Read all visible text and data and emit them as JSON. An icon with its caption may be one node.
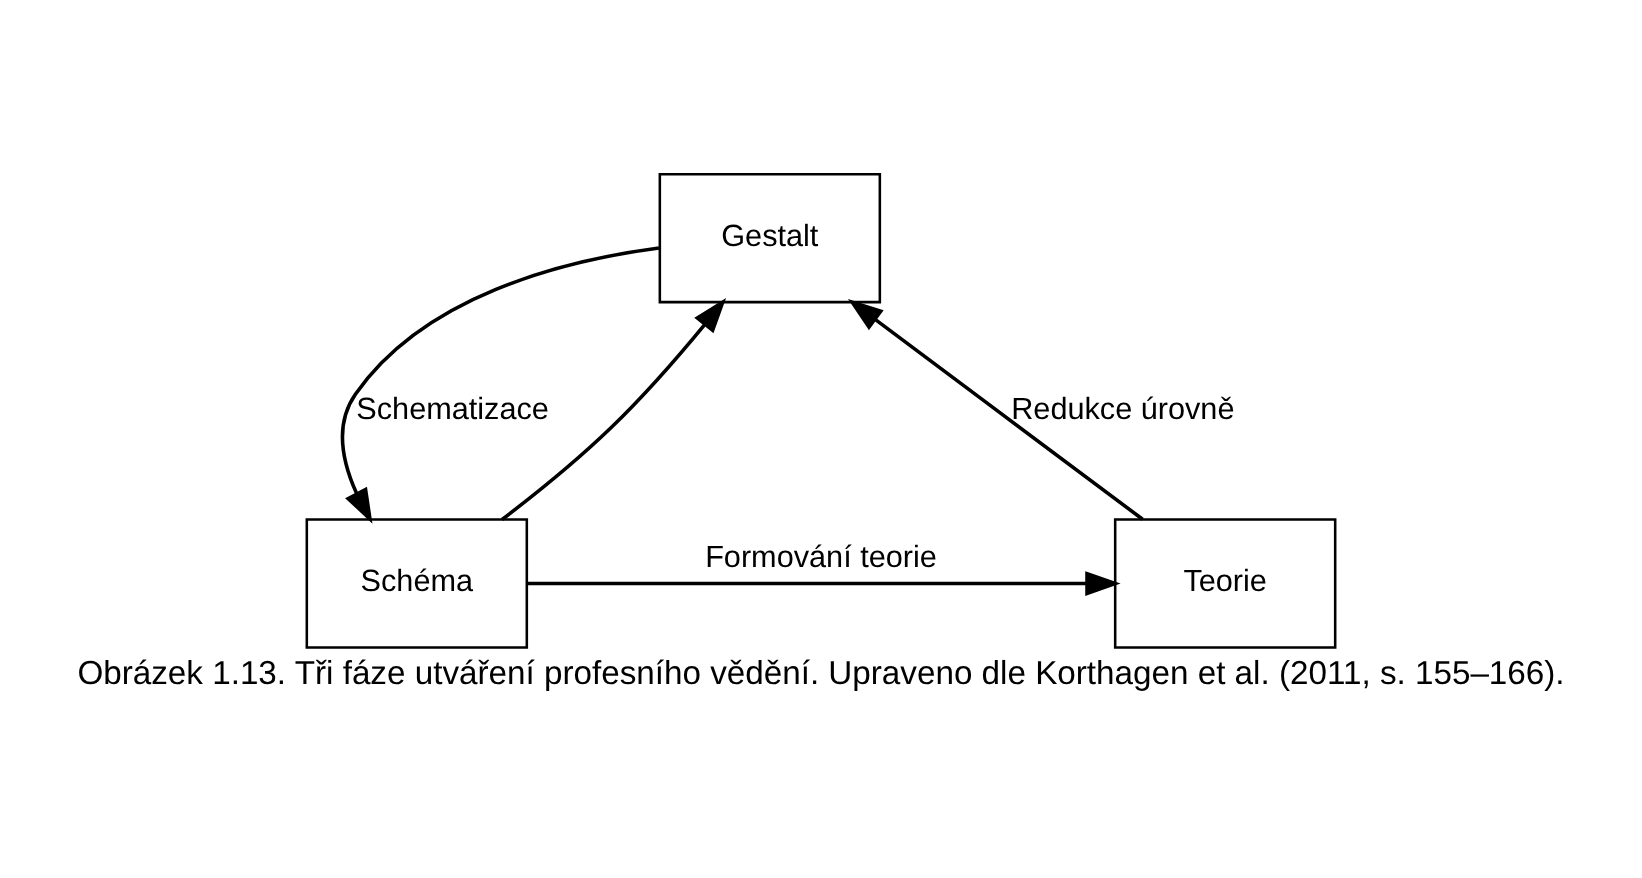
{
  "diagram": {
    "caption": "Obrázek 1.13. Tři fáze utváření profesního vědění. Upraveno dle Korthagen et al. (2011, s. 155–166).",
    "nodes": [
      {
        "text": [
          "Gestalt"
        ]
      },
      {
        "text": [
          "Schéma"
        ]
      },
      {
        "text": [
          "Teorie"
        ]
      }
    ],
    "edges": [
      {
        "from": 0,
        "to": 1,
        "arrow": "to",
        "label": "Schematizace"
      },
      {
        "from": 1,
        "to": 0,
        "arrow": "to"
      },
      {
        "from": 1,
        "to": 2,
        "arrow": "to",
        "label": "Formování teorie"
      },
      {
        "from": 2,
        "to": 0,
        "arrow": "to",
        "label": "Redukce úrovně"
      }
    ]
  }
}
